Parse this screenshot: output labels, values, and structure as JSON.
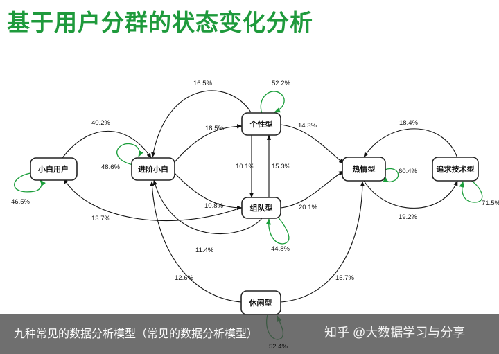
{
  "title": "基于用户分群的状态变化分析",
  "nodes": {
    "xiaobai": "小白用户",
    "jinjie": "进阶小白",
    "gexing": "个性型",
    "zudui": "组队型",
    "reqing": "热情型",
    "zhuiqiu": "追求技术型",
    "xiuxian": "休闲型"
  },
  "edges": {
    "xiaobai_to_jinjie": "40.2%",
    "jinjie_self": "48.6%",
    "xiaobai_self": "46.5%",
    "zudui_to_xiaobai": "13.7%",
    "gexing_to_jinjie": "16.5%",
    "gexing_self": "52.2%",
    "jinjie_to_gexing": "18.5%",
    "gexing_to_reqing": "14.3%",
    "gexing_to_zudui": "10.1%",
    "zudui_to_gexing": "15.3%",
    "jinjie_to_zudui": "10.8%",
    "zudui_to_reqing": "20.1%",
    "zudui_to_jinjie": "11.4%",
    "zudui_self": "44.8%",
    "zhuiqiu_to_reqing": "18.4%",
    "reqing_self": "60.4%",
    "zhuiqiu_self": "71.5%",
    "reqing_to_zhuiqiu": "19.2%",
    "xiuxian_to_jinjie": "12.6%",
    "xiuxian_to_reqing": "15.7%",
    "xiuxian_self": "52.4%"
  },
  "banner": {
    "caption": "九种常见的数据分析模型（常见的数据分析模型）",
    "watermark": "知乎 @大数据学习与分享"
  },
  "colors": {
    "title": "#1f9a3c",
    "self_loop": "#1a9e3a",
    "edge": "#111111"
  }
}
